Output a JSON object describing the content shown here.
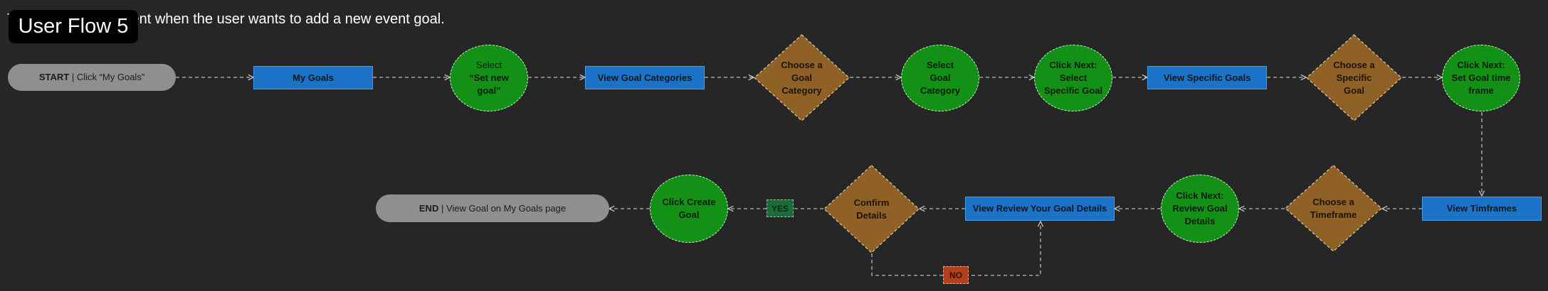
{
  "title": "User Flow 5",
  "subtitle": "This flow will represent when the user wants to add a new event goal.",
  "colors": {
    "background": "#262626",
    "terminal": "#8f8f8f",
    "process": "#1a73c6",
    "action": "#139116",
    "decision": "#8f6126",
    "yes_tag": "#1e6b3a",
    "no_tag": "#b43f1c",
    "connector": "#b9b9b9"
  },
  "nodes": {
    "start": {
      "bold": "START",
      "text": "Click “My Goals”"
    },
    "my_goals": {
      "text": "My Goals"
    },
    "select_new_goal": {
      "line1": "Select",
      "line2": "“Set new",
      "line3": "goal”"
    },
    "view_goal_categories": {
      "text": "View Goal Categories"
    },
    "choose_goal_category": {
      "lines": [
        "Choose a",
        "Goal",
        "Category"
      ]
    },
    "select_goal_category": {
      "lines": [
        "Select",
        "Goal",
        "Category"
      ]
    },
    "click_next_specific": {
      "lines": [
        "Click Next:",
        "Select",
        "Specific Goal"
      ]
    },
    "view_specific_goals": {
      "text": "View Specific Goals"
    },
    "choose_specific_goal": {
      "lines": [
        "Choose a",
        "Specific",
        "Goal"
      ]
    },
    "click_next_timeframe": {
      "lines": [
        "Click Next:",
        "Set Goal time",
        "frame"
      ]
    },
    "view_timeframes": {
      "text": "View Timframes"
    },
    "choose_timeframe": {
      "lines": [
        "Choose a",
        "Timeframe"
      ]
    },
    "click_next_review": {
      "lines": [
        "Click Next:",
        "Review Goal",
        "Details"
      ]
    },
    "view_review_details": {
      "text": "View Review Your Goal Details"
    },
    "confirm_details": {
      "lines": [
        "Confirm",
        "Details"
      ]
    },
    "click_create_goal": {
      "lines": [
        "Click Create",
        "Goal"
      ]
    },
    "end": {
      "bold": "END",
      "text": "View Goal on My Goals page"
    }
  },
  "tags": {
    "yes": "YES",
    "no": "NO"
  }
}
